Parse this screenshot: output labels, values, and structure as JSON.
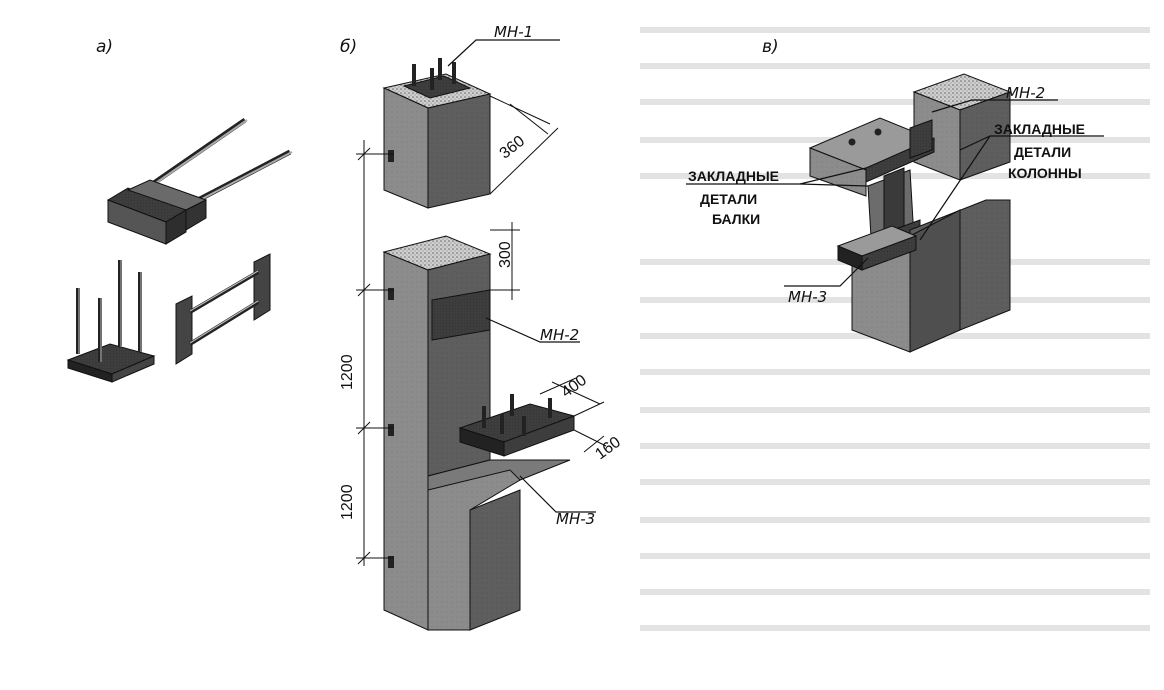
{
  "panels": {
    "a": {
      "label": "а)"
    },
    "b": {
      "label": "б)",
      "mn1": "МН-1",
      "mn2": "МН-2",
      "mn3": "МН-3",
      "dim_360": "360",
      "dim_300": "300",
      "dim_1200_upper": "1200",
      "dim_1200_lower": "1200",
      "dim_400": "400",
      "dim_160": "160"
    },
    "v": {
      "label": "в)",
      "mn2": "МН-2",
      "mn3": "МН-3",
      "column_parts_1": "ЗАКЛАДНЫЕ",
      "column_parts_2": "ДЕТАЛИ",
      "column_parts_3": "КОЛОННЫ",
      "beam_parts_1": "ЗАКЛАДНЫЕ",
      "beam_parts_2": "ДЕТАЛИ",
      "beam_parts_3": "БАЛКИ"
    }
  },
  "colors": {
    "concrete_front": "#8c8c8c",
    "concrete_side": "#5e5e5e",
    "concrete_top": "#b5b5b5",
    "steel_plate": "#3a3a3a",
    "line": "#111111"
  }
}
